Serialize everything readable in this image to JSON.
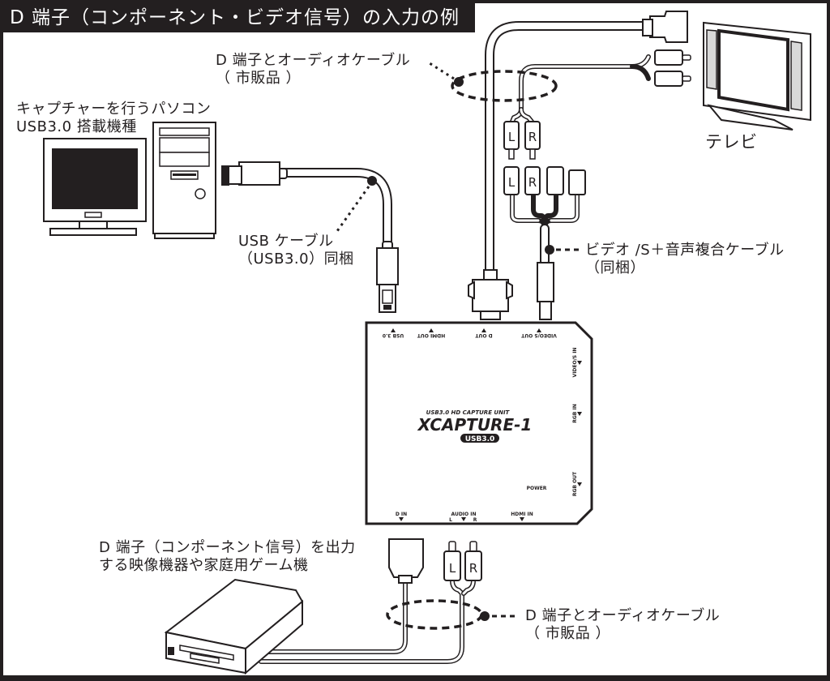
{
  "title": "D 端子（コンポーネント・ビデオ信号）の入力の例",
  "colors": {
    "ink": "#231f20",
    "paper": "#ffffff",
    "screen": "#231f20",
    "panel": "#d9d9d9"
  },
  "labels": {
    "tv_cable": {
      "line1": "D 端子とオーディオケーブル",
      "line2": "（ 市販品 ）"
    },
    "pc": {
      "line1": "キャプチャーを行うパソコン",
      "line2": "USB3.0 搭載機種"
    },
    "usb_cable": {
      "line1": "USB ケーブル",
      "line2": "（USB3.0）同梱"
    },
    "video_cable": {
      "line1": "ビデオ /S＋音声複合ケーブル",
      "line2": "（同梱）"
    },
    "tv": "テレビ",
    "source": {
      "line1": "D 端子（コンポーネント信号）を出力",
      "line2": "する映像機器や家庭用ゲーム機"
    },
    "source_cable": {
      "line1": "D 端子とオーディオケーブル",
      "line2": "（ 市販品 ）"
    }
  },
  "device": {
    "subtitle": "USB3.0 HD CAPTURE UNIT",
    "name": "XCAPTURE-1",
    "badge": "USB3.0",
    "top_ports": [
      "USB 3.0",
      "HDMI OUT",
      "D OUT",
      "VIDEO/S OUT"
    ],
    "right_ports": [
      "VIDEO/S IN",
      "RGB IN",
      "RGB OUT"
    ],
    "bottom_ports": [
      "D IN",
      "AUDIO IN",
      "HDMI IN"
    ],
    "audio_channels": [
      "L",
      "R"
    ],
    "power_label": "POWER"
  },
  "plug_letters": {
    "left": "L",
    "right": "R"
  }
}
